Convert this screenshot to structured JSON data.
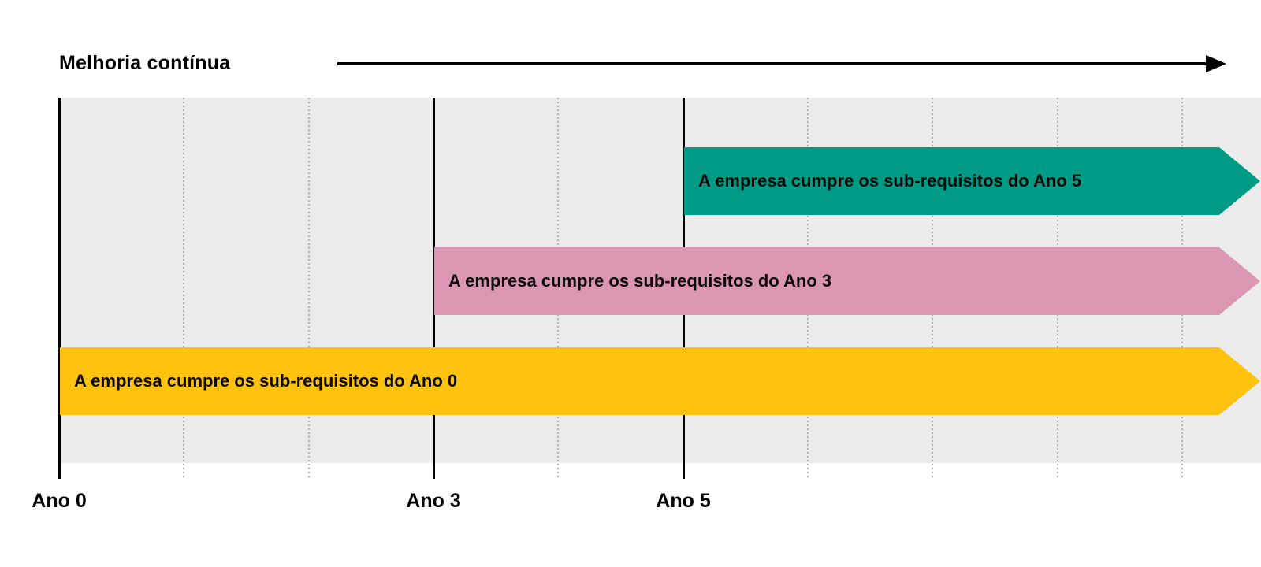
{
  "header": {
    "title": "Melhoria contínua",
    "arrow_icon": "→"
  },
  "axis": {
    "labels": [
      {
        "text": "Ano 0",
        "year": 0
      },
      {
        "text": "Ano 3",
        "year": 3
      },
      {
        "text": "Ano 5",
        "year": 5
      }
    ]
  },
  "bars": [
    {
      "label": "A empresa cumpre os sub-requisitos do Ano 5",
      "start_label": "Ano 5",
      "start_year": 5,
      "color": "#009B84"
    },
    {
      "label": "A empresa cumpre os sub-requisitos do Ano 3",
      "start_label": "Ano 3",
      "start_year": 3,
      "color": "#DA96B3"
    },
    {
      "label": "A empresa cumpre os sub-requisitos do Ano 0",
      "start_label": "Ano 0",
      "start_year": 0,
      "color": "#FFC20E"
    }
  ],
  "colors": {
    "chart_background": "#ECECEC",
    "gridline_dotted": "#B3B3B3",
    "axis_line": "#000000",
    "bar_text": "#0A0A0A",
    "teal": "#009B84",
    "pink": "#DA96B3",
    "yellow": "#FFC20E"
  },
  "chart_data": {
    "type": "bar",
    "subtype": "gantt-timeline",
    "orientation": "horizontal",
    "title": "Melhoria contínua",
    "x_axis": {
      "unit": "anos",
      "tick_labels": [
        "Ano 0",
        "Ano 3",
        "Ano 5"
      ],
      "tick_years": [
        0,
        3,
        5
      ],
      "range_years": [
        0,
        9.6
      ],
      "solid_gridlines_at_years": [
        0,
        3,
        5
      ],
      "dotted_gridlines_at_years": [
        1,
        2,
        4,
        6,
        7,
        8,
        9
      ],
      "grid": "on"
    },
    "bars": [
      {
        "row": 1,
        "label": "A empresa cumpre os sub-requisitos do Ano 5",
        "start_year": 5,
        "end": "open-ended (arrow past chart edge)",
        "color": "#009B84"
      },
      {
        "row": 2,
        "label": "A empresa cumpre os sub-requisitos do Ano 3",
        "start_year": 3,
        "end": "open-ended (arrow past chart edge)",
        "color": "#DA96B3"
      },
      {
        "row": 3,
        "label": "A empresa cumpre os sub-requisitos do Ano 0",
        "start_year": 0,
        "end": "open-ended (arrow past chart edge)",
        "color": "#FFC20E"
      }
    ],
    "annotations": [
      {
        "text": "Melhoria contínua",
        "type": "arrow",
        "direction": "right",
        "position": "top"
      }
    ],
    "legend_position": "none"
  }
}
